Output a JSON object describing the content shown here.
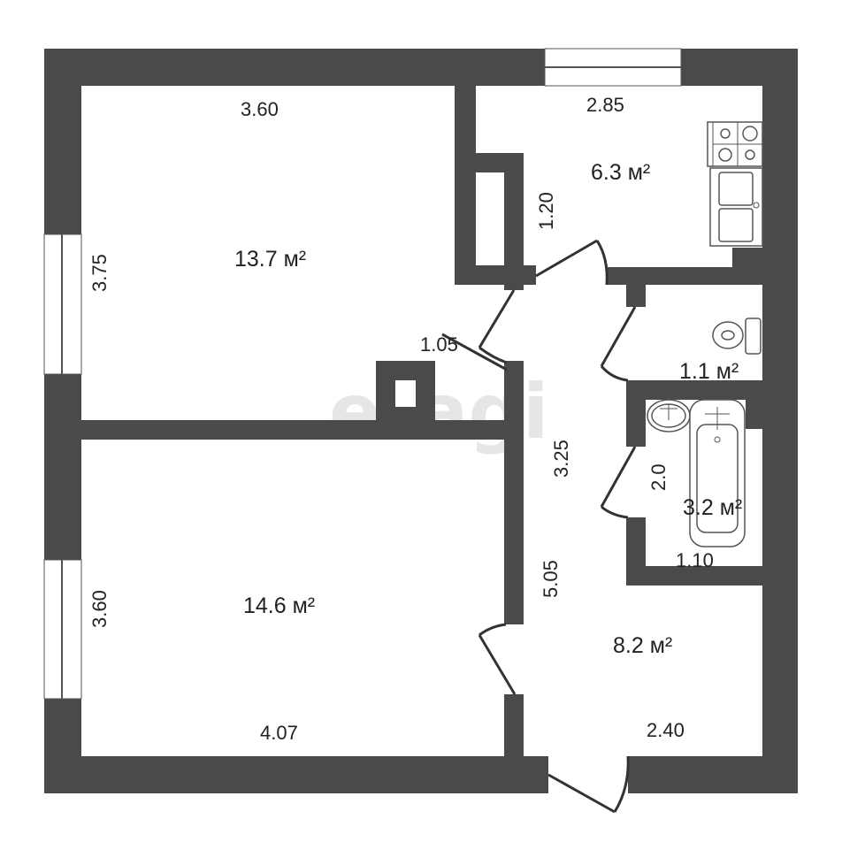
{
  "colors": {
    "wall": "#4a4a4a",
    "background": "#ffffff",
    "watermark": "#e6e6e6"
  },
  "watermark": "etagi",
  "rooms": [
    {
      "name": "room-1",
      "area": "13.7 м²",
      "width": "3.60",
      "length": "3.75"
    },
    {
      "name": "room-2",
      "area": "14.6 м²",
      "width": "4.07",
      "length": "3.60"
    },
    {
      "name": "kitchen",
      "area": "6.3 м²",
      "width": "2.85",
      "depth": "1.20"
    },
    {
      "name": "toilet",
      "area": "1.1 м²"
    },
    {
      "name": "bathroom",
      "area": "3.2 м²",
      "width": "1.10",
      "length": "2.0"
    },
    {
      "name": "hallway",
      "area": "8.2 м²",
      "width": "2.40",
      "length": "5.05",
      "corridor": "3.25"
    }
  ],
  "extra_dims": {
    "door_passage": "1.05"
  }
}
